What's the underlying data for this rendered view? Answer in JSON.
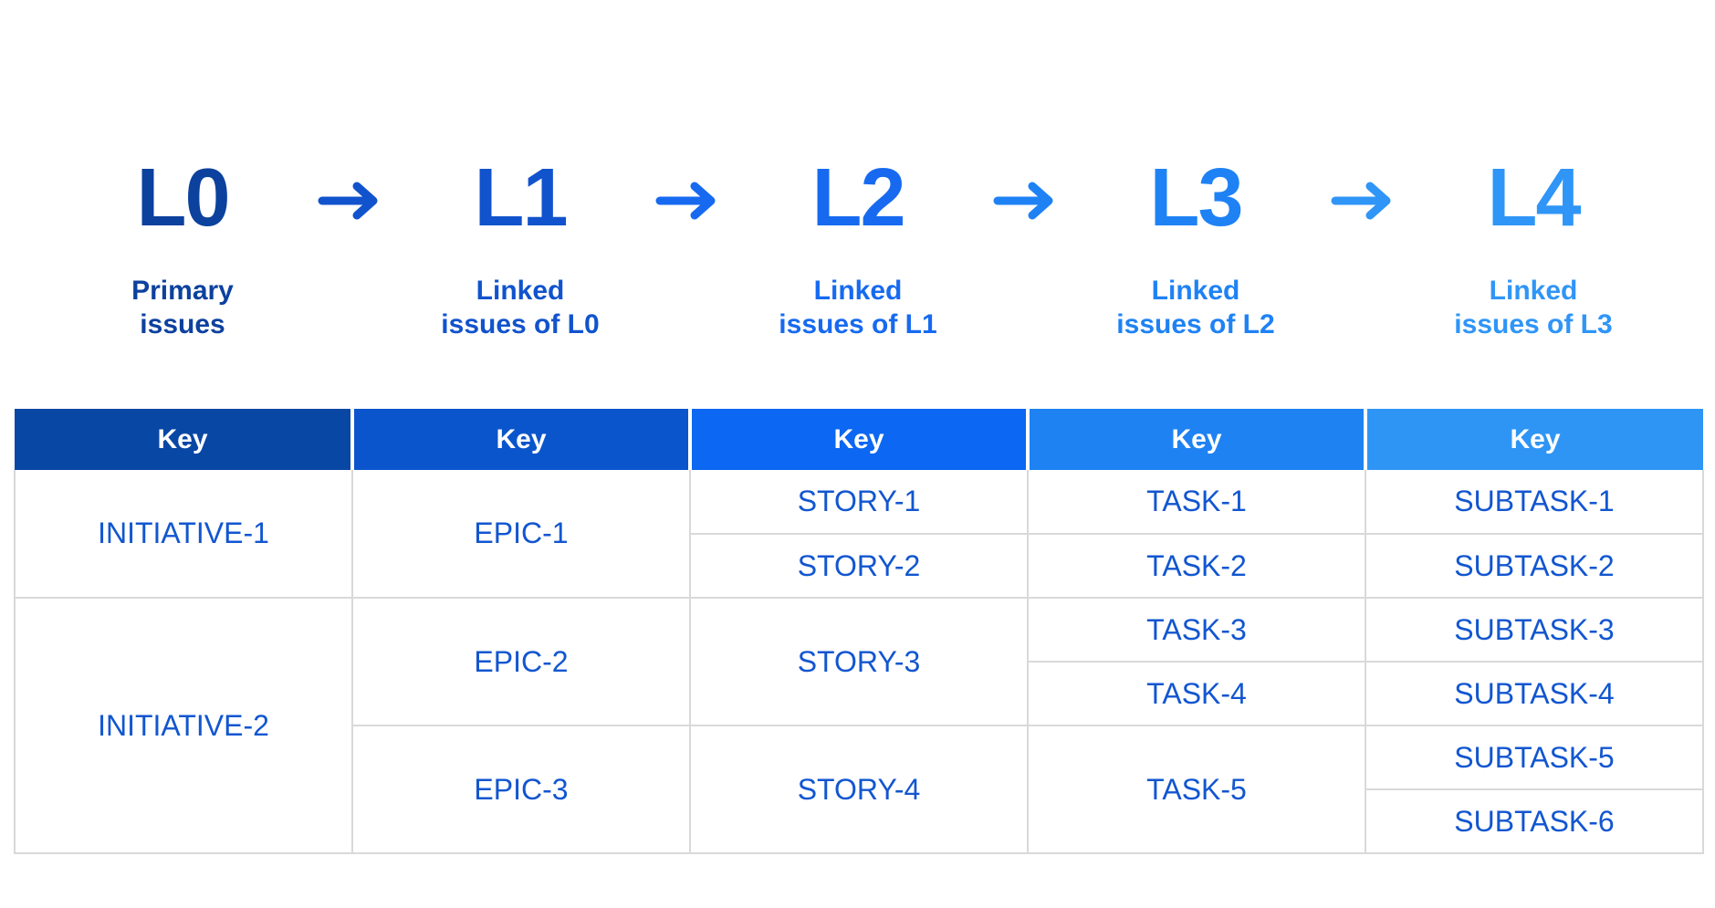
{
  "page": {
    "background": "#ffffff"
  },
  "hierarchy": {
    "levels": [
      {
        "label": "L0",
        "desc_line1": "Primary",
        "desc_line2": "issues",
        "color": "#0c419e"
      },
      {
        "label": "L1",
        "desc_line1": "Linked",
        "desc_line2": "issues of L0",
        "color": "#1153cd"
      },
      {
        "label": "L2",
        "desc_line1": "Linked",
        "desc_line2": "issues of L1",
        "color": "#176af0"
      },
      {
        "label": "L3",
        "desc_line1": "Linked",
        "desc_line2": "issues of L2",
        "color": "#1e82f5"
      },
      {
        "label": "L4",
        "desc_line1": "Linked",
        "desc_line2": "issues of L3",
        "color": "#2f95f7"
      }
    ],
    "arrows": [
      {
        "name": "arrow-l0-l1",
        "color": "#1153cd"
      },
      {
        "name": "arrow-l1-l2",
        "color": "#176af0"
      },
      {
        "name": "arrow-l2-l3",
        "color": "#1e82f5"
      },
      {
        "name": "arrow-l3-l4",
        "color": "#2f95f7"
      }
    ]
  },
  "table": {
    "border_color": "#d9d9d9",
    "body_text_color": "#1256d0",
    "header": {
      "text_color": "#ffffff",
      "columns": [
        {
          "label": "Key",
          "bg": "#0947a5"
        },
        {
          "label": "Key",
          "bg": "#0b55cc"
        },
        {
          "label": "Key",
          "bg": "#0c67f2"
        },
        {
          "label": "Key",
          "bg": "#1e82f2"
        },
        {
          "label": "Key",
          "bg": "#2f95f5"
        }
      ]
    },
    "rows": [
      {
        "cells": [
          {
            "text": "INITIATIVE-1",
            "rowspan": 2
          },
          {
            "text": "EPIC-1",
            "rowspan": 2
          },
          {
            "text": "STORY-1",
            "rowspan": 1
          },
          {
            "text": "TASK-1",
            "rowspan": 1
          },
          {
            "text": "SUBTASK-1",
            "rowspan": 1
          }
        ]
      },
      {
        "cells": [
          {
            "text": "STORY-2",
            "rowspan": 1
          },
          {
            "text": "TASK-2",
            "rowspan": 1
          },
          {
            "text": "SUBTASK-2",
            "rowspan": 1
          }
        ]
      },
      {
        "cells": [
          {
            "text": "INITIATIVE-2",
            "rowspan": 4
          },
          {
            "text": "EPIC-2",
            "rowspan": 2
          },
          {
            "text": "STORY-3",
            "rowspan": 2
          },
          {
            "text": "TASK-3",
            "rowspan": 1
          },
          {
            "text": "SUBTASK-3",
            "rowspan": 1
          }
        ]
      },
      {
        "cells": [
          {
            "text": "TASK-4",
            "rowspan": 1
          },
          {
            "text": "SUBTASK-4",
            "rowspan": 1
          }
        ]
      },
      {
        "cells": [
          {
            "text": "EPIC-3",
            "rowspan": 2
          },
          {
            "text": "STORY-4",
            "rowspan": 2
          },
          {
            "text": "TASK-5",
            "rowspan": 2
          },
          {
            "text": "SUBTASK-5",
            "rowspan": 1
          }
        ]
      },
      {
        "cells": [
          {
            "text": "SUBTASK-6",
            "rowspan": 1
          }
        ]
      }
    ]
  }
}
